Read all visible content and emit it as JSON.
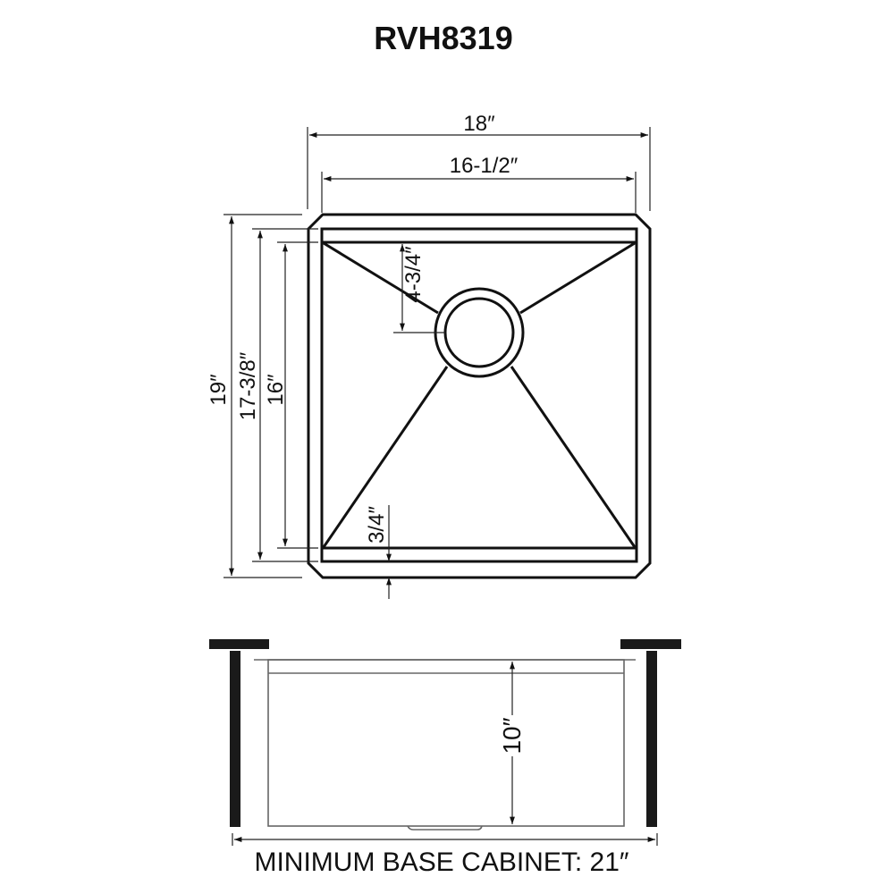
{
  "title": "RVH8319",
  "top_view": {
    "dimensions": {
      "overall_width": "18″",
      "bowl_width": "16-1/2″",
      "overall_depth": "19″",
      "inner_depth": "17-3/8″",
      "bowl_depth": "16″",
      "drain_offset": "4-3/4″",
      "ledge": "3/4″"
    },
    "drain": {
      "label": "drain-outlet"
    }
  },
  "side_view": {
    "dimensions": {
      "bowl_height": "10″"
    },
    "footer": "MINIMUM BASE CABINET: 21″"
  },
  "colors": {
    "line": "#111111",
    "dim_line": "#222222",
    "side_line": "#666666",
    "cabinet": "#1a1a1a",
    "background": "#ffffff"
  }
}
